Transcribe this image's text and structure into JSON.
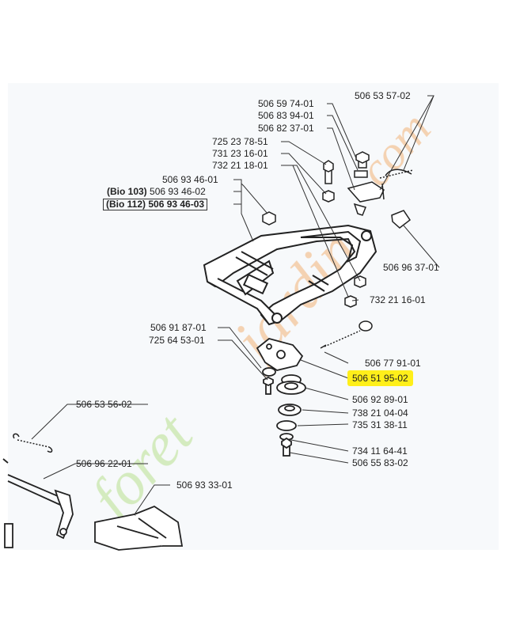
{
  "watermark": "foretjardin.com",
  "parts": {
    "p_5065357": "506 53 57-02",
    "p_5065974": "506 59 74-01",
    "p_5068394": "506 83 94-01",
    "p_5068237": "506 82 37-01",
    "p_7252378": "725 23 78-51",
    "p_7312316": "731 23 16-01",
    "p_7322118": "732 21 18-01",
    "p_5069346_01": "506 93 46-01",
    "p_bio103_prefix": "(Bio 103)",
    "p_5069346_02": "506 93 46-02",
    "p_bio112": "(Bio 112) 506 93 46-03",
    "p_5069637": "506 96 37-01",
    "p_7322116": "732 21 16-01",
    "p_5069187": "506 91 87-01",
    "p_7256453": "725 64 53-01",
    "p_5067791": "506 77 91-01",
    "p_5065195": "506 51 95-02",
    "p_5069289": "506 92 89-01",
    "p_7382104": "738 21 04-04",
    "p_7353138": "735 31 38-11",
    "p_7341164": "734 11 64-41",
    "p_5065583": "506 55 83-02",
    "p_5065356": "506 53 56-02",
    "p_5069622": "506 96 22-01",
    "p_5069333": "506 93 33-01"
  },
  "colors": {
    "highlight": "#ffef1a",
    "watermark_orange": "#f2b277",
    "watermark_green": "#b9e08f",
    "line": "#222222"
  }
}
